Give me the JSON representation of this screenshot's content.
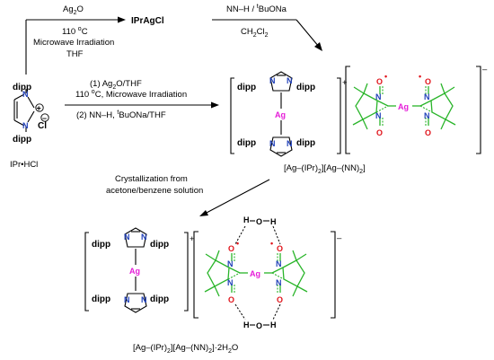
{
  "route_top": {
    "reagent_line1": "Ag",
    "reagent_line1_sub": "2",
    "reagent_line1_end": "O",
    "temperature": "110 ",
    "temperature_unit": "C",
    "degree_mark": "o",
    "microwave": "Microwave Irradiation",
    "solvent": "THF",
    "intermediate": "IPrAgCl",
    "second_reagent_prefix": "NN–H / ",
    "second_reagent_sup": "t",
    "second_reagent_end": "BuONa",
    "second_solvent_a": "CH",
    "second_solvent_sub1": "2",
    "second_solvent_b": "Cl",
    "second_solvent_sub2": "2"
  },
  "route_direct": {
    "step1": "(1) Ag",
    "step1_sub": "2",
    "step1_end": "O/THF",
    "step1b_pre": "110 ",
    "step1b_deg": "o",
    "step1b_end": "C, Microwave Irradiation",
    "step2_pre": "(2) NN–H, ",
    "step2_sup": "t",
    "step2_end": "BuONa/THF"
  },
  "starting_material": {
    "label": "IPr•HCl",
    "substituent": "dipp",
    "counterion": "Cl",
    "plus_charge": "+",
    "minus_charge": "–"
  },
  "product1": {
    "label_a": "[Ag–(IPr)",
    "label_sub1": "2",
    "label_b": "][Ag–(NN)",
    "label_sub2": "2",
    "label_c": "]"
  },
  "crystallization": {
    "line1": "Crystallization from",
    "line2": "acetone/benzene solution"
  },
  "product2": {
    "label_a": "[Ag–(IPr)",
    "label_sub1": "2",
    "label_b": "][Ag–(NN)",
    "label_sub2": "2",
    "label_c": "]·2H",
    "label_sub3": "2",
    "label_d": "O"
  },
  "atoms": {
    "silver": "Ag",
    "nitrogen": "N",
    "oxygen": "O",
    "hydrogen": "H",
    "dipp": "dipp",
    "plus": "+",
    "minus": "–",
    "radical_dot": "•"
  },
  "colors": {
    "nitrogen": "#1f3fb8",
    "oxygen": "#e0141b",
    "silver": "#e51cd8",
    "nitronyl_nitroxide_bonds": "#2ab52a",
    "text": "#000000"
  }
}
